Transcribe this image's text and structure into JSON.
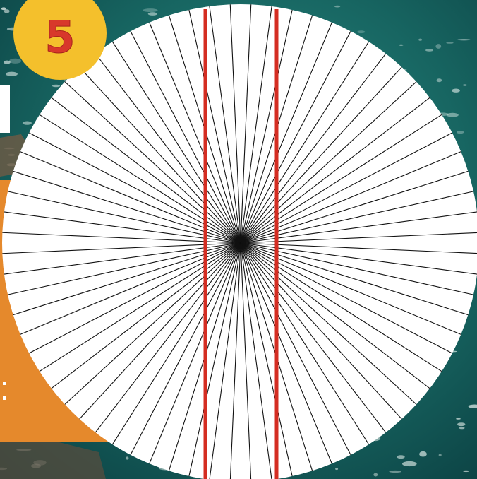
{
  "badge": {
    "number": "5"
  },
  "colors": {
    "sea_dark": "#0e4a4a",
    "sea_mid": "#1f7a73",
    "sea_light": "#3aa59a",
    "foam": "#e9f3ef",
    "orange_panel": "#e5892c",
    "badge_yellow": "#f4c02c",
    "badge_red": "#d8382b",
    "parallel_line_red": "#d42d22",
    "ray_black": "#111111",
    "disc_white": "#ffffff"
  },
  "illusion": {
    "name": "Hering illusion",
    "ray_count": 72,
    "parallel_lines": 2
  }
}
